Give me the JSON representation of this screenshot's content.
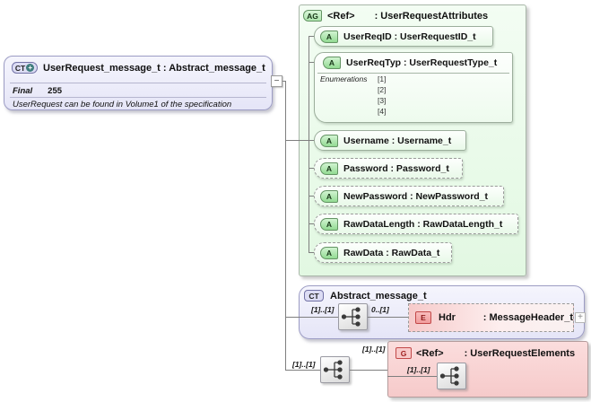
{
  "colors": {
    "complex_type_fill": "#e5e5f7",
    "attribute_group_fill": "#e2f8e2",
    "element_fill": "#f6caca",
    "badge_red": "#c24848",
    "badge_green": "#649464",
    "wire": "#7f7f7f"
  },
  "left_box": {
    "badge": "CT",
    "plus_badge": "+",
    "title": "UserRequest_message_t : Abstract_message_t",
    "final_label": "Final",
    "final_value": "255",
    "note": "UserRequest can be found in Volume1 of the specification"
  },
  "collapse_toggle": {
    "minus": "−"
  },
  "attribute_group": {
    "badge": "AG",
    "name": "<Ref>",
    "type": ": UserRequestAttributes",
    "attributes": [
      {
        "badge": "A",
        "name": "UserReqID : UserRequestID_t",
        "optional": false
      },
      {
        "badge": "A",
        "name": "UserReqTyp : UserRequestType_t",
        "optional": false,
        "enum_label": "Enumerations",
        "enum_values": [
          "[1]",
          "[2]",
          "[3]",
          "[4]"
        ]
      },
      {
        "badge": "A",
        "name": "Username : Username_t",
        "optional": false
      },
      {
        "badge": "A",
        "name": "Password : Password_t",
        "optional": true
      },
      {
        "badge": "A",
        "name": "NewPassword : NewPassword_t",
        "optional": true
      },
      {
        "badge": "A",
        "name": "RawDataLength : RawDataLength_t",
        "optional": true
      },
      {
        "badge": "A",
        "name": "RawData : RawData_t",
        "optional": true
      }
    ]
  },
  "abstract_box": {
    "badge": "CT",
    "title": "Abstract_message_t",
    "card_sequence": "[1]..[1]",
    "card_hdr": "0..[1]",
    "hdr_element": {
      "badge": "E",
      "name": "Hdr",
      "type": ": MessageHeader_t",
      "expand": "+"
    }
  },
  "bottom_branch": {
    "card_trunk": "[1]..[1]",
    "card_to_group": "[1]..[1]"
  },
  "group_box": {
    "badge": "G",
    "name": "<Ref>",
    "type": ": UserRequestElements",
    "card_inner": "[1]..[1]"
  }
}
